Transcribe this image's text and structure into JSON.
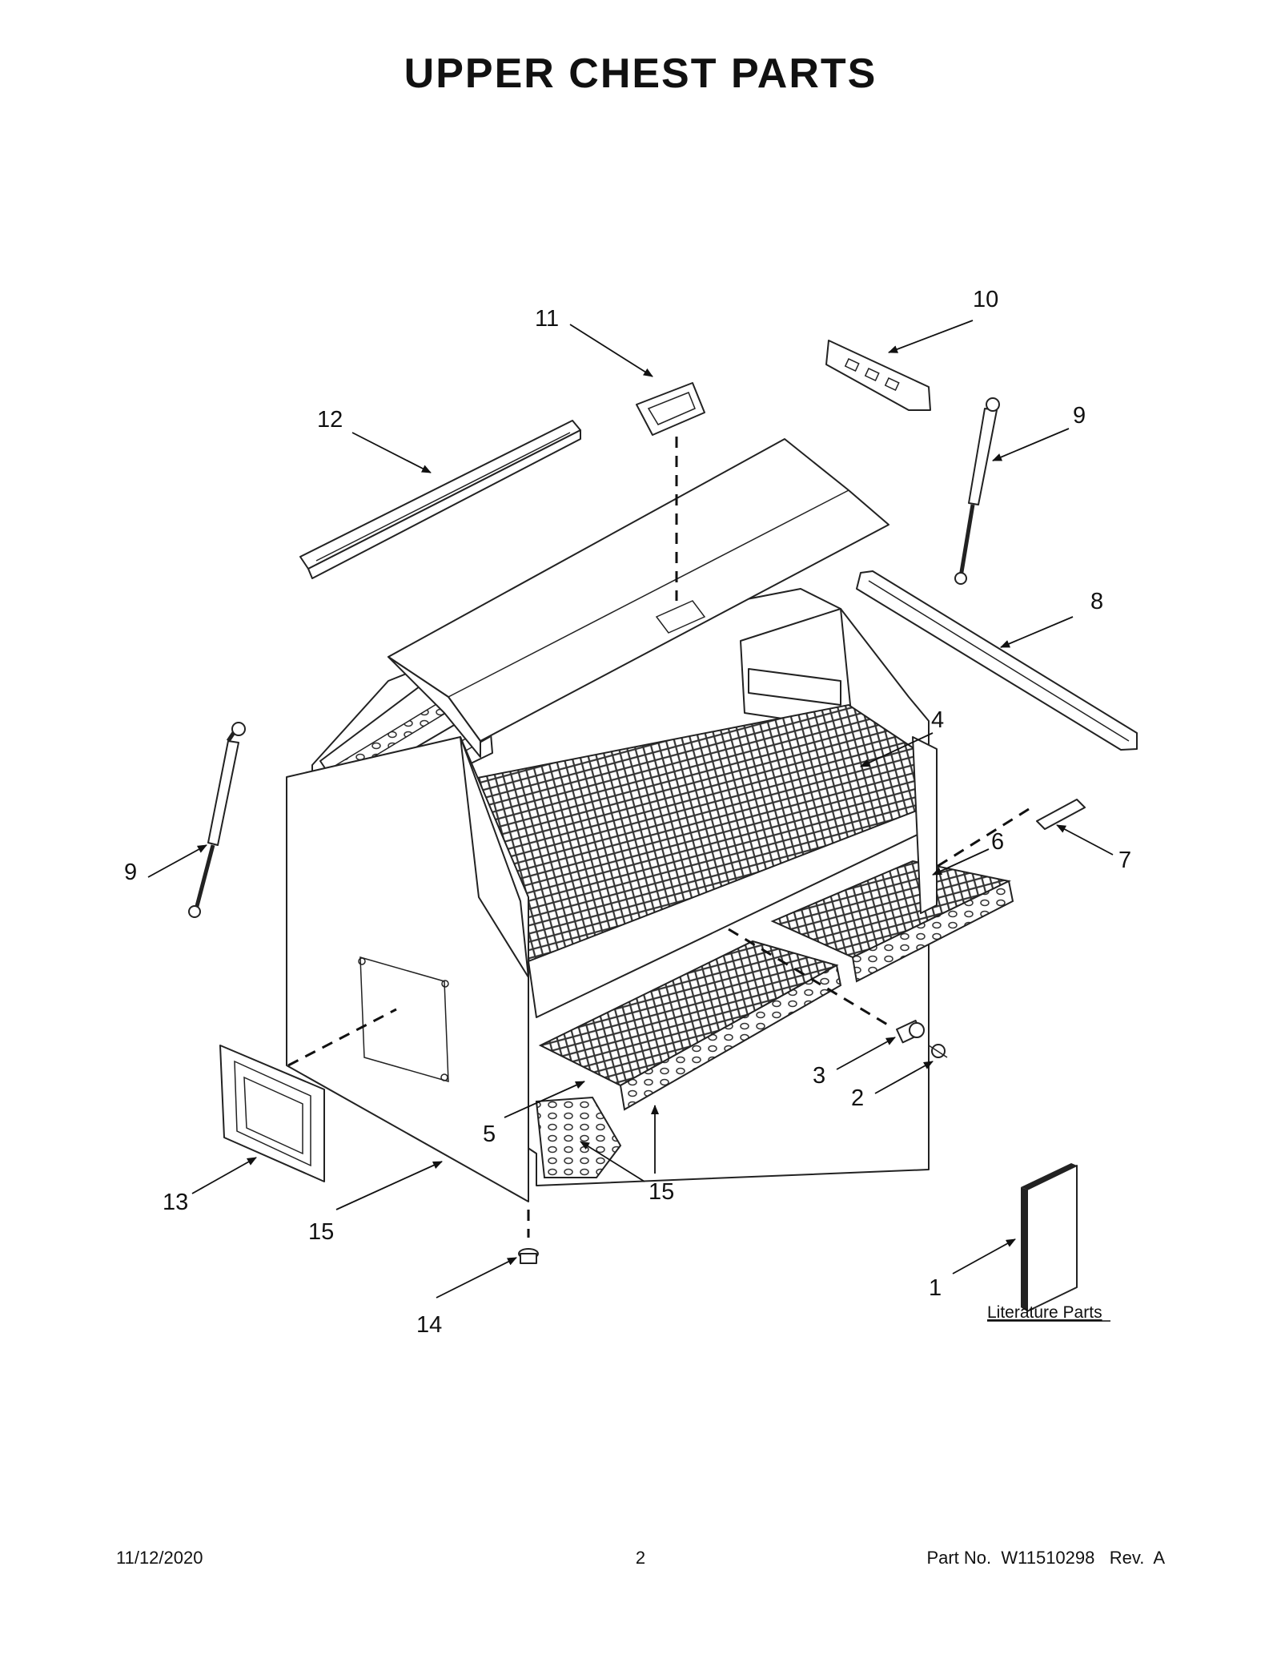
{
  "title": "UPPER CHEST PARTS",
  "callouts": [
    "11",
    "10",
    "12",
    "9",
    "8",
    "4",
    "9",
    "7",
    "6",
    "3",
    "2",
    "5",
    "15",
    "13",
    "15",
    "1",
    "14"
  ],
  "literature_label": "Literature Parts",
  "footer": {
    "date": "11/12/2020",
    "page": "2",
    "part_no": "Part No.  W11510298   Rev.  A"
  }
}
